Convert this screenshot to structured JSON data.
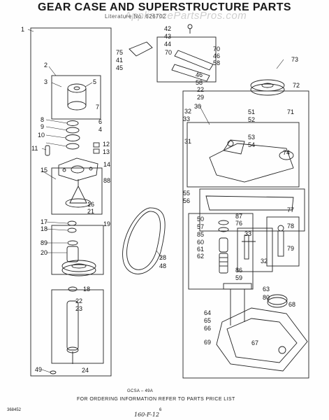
{
  "title": "GEAR CASE AND SUPERSTRUCTURE PARTS",
  "subtitle": "Literature No. 626702",
  "watermark": "AppliancePartsPros.com",
  "code_label": "GCSA – 49A",
  "footer_text": "FOR ORDERING INFORMATION REFER TO PARTS PRICE LIST",
  "part_no": "368452",
  "page_number": "6",
  "handwritten": "160-F-12",
  "callouts": {
    "c1": "1",
    "c2": "2",
    "c3": "3",
    "c4": "4",
    "c5": "5",
    "c6": "6",
    "c7": "7",
    "c8": "8",
    "c9": "9",
    "c10": "10",
    "c11": "11",
    "c12": "12",
    "c13": "13",
    "c14": "14",
    "c15": "15",
    "c16": "16",
    "c17": "17",
    "c18": "18",
    "c19": "19",
    "c20": "20",
    "c21": "21",
    "c22": "22",
    "c23": "23",
    "c24": "24",
    "c28": "28",
    "c29": "29",
    "c30": "30",
    "c31": "31",
    "c32": "32",
    "c33": "33",
    "c41": "41",
    "c42": "42",
    "c43": "43",
    "c44": "44",
    "c45": "45",
    "c46": "46",
    "c48": "48",
    "c49": "49",
    "c50": "50",
    "c51": "51",
    "c52": "52",
    "c53": "53",
    "c54": "54",
    "c55": "55",
    "c56": "56",
    "c57": "57",
    "c58": "58",
    "c59": "59",
    "c60": "60",
    "c61": "61",
    "c62": "62",
    "c63": "63",
    "c64": "64",
    "c65": "65",
    "c66": "66",
    "c67": "67",
    "c68": "68",
    "c69": "69",
    "c70": "70",
    "c71": "71",
    "c72": "72",
    "c73": "73",
    "c74": "74",
    "c75": "75",
    "c76": "76",
    "c77": "77",
    "c78": "78",
    "c79": "79",
    "c80": "80",
    "c85": "85",
    "c86": "86",
    "c87": "87",
    "c88": "88",
    "c89": "89"
  }
}
